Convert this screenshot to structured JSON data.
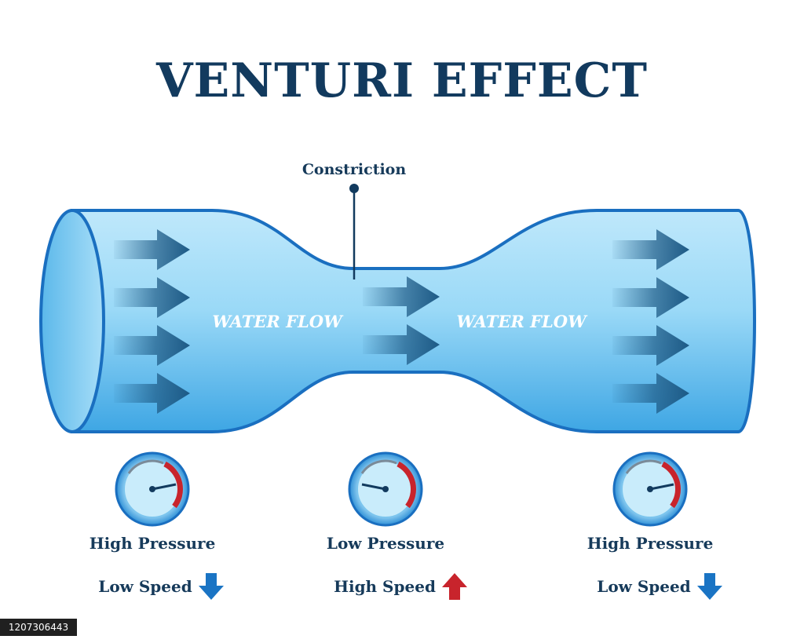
{
  "title": "VENTURI EFFECT",
  "constriction_label": "Constriction",
  "flow_labels": [
    "WATER FLOW",
    "WATER FLOW"
  ],
  "gauges": [
    {
      "pressure": "High Pressure",
      "speed": "Low Speed",
      "speed_direction": "down",
      "arrow_color": "#1a74c4"
    },
    {
      "pressure": "Low Pressure",
      "speed": "High Speed",
      "speed_direction": "up",
      "arrow_color": "#c8242c"
    },
    {
      "pressure": "High Pressure",
      "speed": "Low Speed",
      "speed_direction": "down",
      "arrow_color": "#1a74c4"
    }
  ],
  "image_id": "1207306443",
  "colors": {
    "title": "#123a5e",
    "pipe_outline": "#1a6fc0",
    "pipe_fill_light": "#cfeefc",
    "pipe_fill_dark": "#4fb3ea",
    "flow_arrow": "#1d5a86",
    "gauge_red": "#c8242c"
  }
}
